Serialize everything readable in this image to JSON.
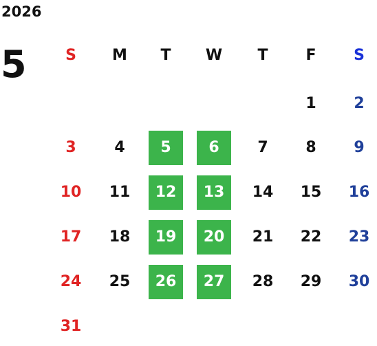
{
  "calendar": {
    "year": "2026",
    "month": "5",
    "weekdays": [
      "S",
      "M",
      "T",
      "W",
      "T",
      "F",
      "S"
    ],
    "weeks": [
      [
        "",
        "",
        "",
        "",
        "",
        "1",
        "2"
      ],
      [
        "3",
        "4",
        "5",
        "6",
        "7",
        "8",
        "9"
      ],
      [
        "10",
        "11",
        "12",
        "13",
        "14",
        "15",
        "16"
      ],
      [
        "17",
        "18",
        "19",
        "20",
        "21",
        "22",
        "23"
      ],
      [
        "24",
        "25",
        "26",
        "27",
        "28",
        "29",
        "30"
      ],
      [
        "31",
        "",
        "",
        "",
        "",
        "",
        ""
      ]
    ],
    "highlighted_days": [
      "5",
      "6",
      "12",
      "13",
      "19",
      "20",
      "26",
      "27"
    ]
  },
  "colors": {
    "text": "#111111",
    "sunday": "#e02424",
    "saturday_header": "#1a32d8",
    "saturday": "#20409a",
    "highlight_bg": "#3cb44b",
    "highlight_text": "#ffffff"
  }
}
